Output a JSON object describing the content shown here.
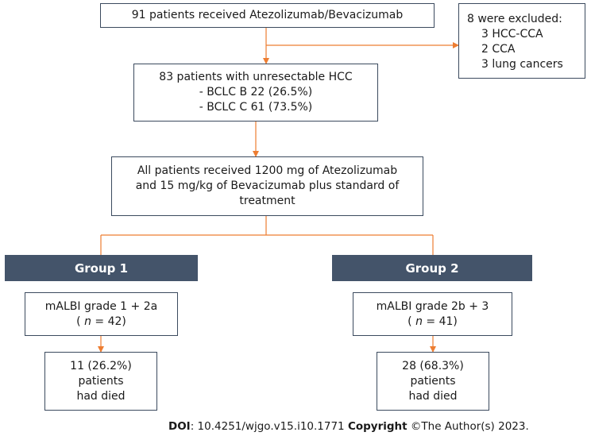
{
  "top_box": {
    "text": "91 patients received Atezolizumab/Bevacizumab"
  },
  "excluded_box": {
    "title": "8 were excluded:",
    "items": [
      "3 HCC-CCA",
      "2 CCA",
      "3 lung cancers"
    ]
  },
  "unresectable_box": {
    "lines": [
      "83 patients with unresectable HCC",
      "- BCLC B 22 (26.5%)",
      "- BCLC C 61 (73.5%)"
    ]
  },
  "treatment_box": {
    "lines": [
      "All patients received 1200 mg of Atezolizumab",
      "and 15 mg/kg of Bevacizumab plus standard of",
      "treatment"
    ]
  },
  "group1": {
    "header": "Group 1",
    "criteria": "mALBI grade 1 + 2a",
    "n_prefix": "( ",
    "n_symbol": "n",
    "n_suffix": " = 42)",
    "outcome": [
      "11 (26.2%)",
      "patients",
      "had died"
    ]
  },
  "group2": {
    "header": "Group 2",
    "criteria": "mALBI grade 2b + 3",
    "n_prefix": "( ",
    "n_symbol": "n",
    "n_suffix": " = 41)",
    "outcome": [
      "28 (68.3%)",
      "patients",
      "had died"
    ]
  },
  "footer": {
    "doi_label": "DOI",
    "doi_value": ": 10.4251/wjgo.v15.i10.1771 ",
    "copyright_label": "Copyright",
    "copyright_value": " ©The Author(s) 2023."
  },
  "colors": {
    "arrow": "#ed7d31",
    "box_border": "#3b4a5e",
    "header_fill": "#44546a"
  }
}
